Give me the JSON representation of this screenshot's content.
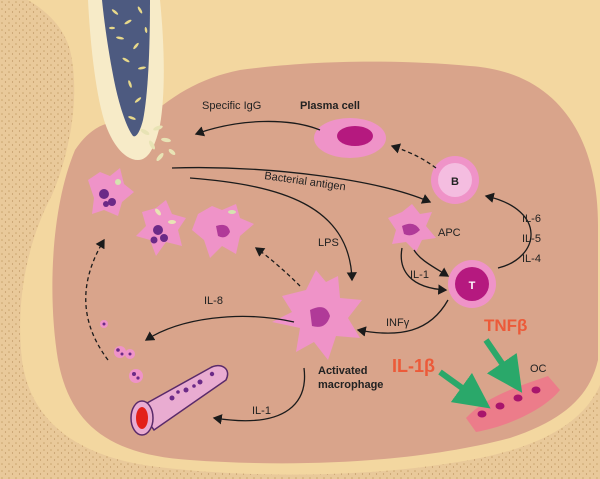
{
  "labels": {
    "specific_igg": "Specific IgG",
    "plasma_cell": "Plasma cell",
    "bacterial_antigen": "Bacterial antigen",
    "b_cell": "B",
    "t_cell": "T",
    "apc": "APC",
    "lps": "LPS",
    "il6": "IL-6",
    "il5": "IL-5",
    "il4": "IL-4",
    "il1_apc": "IL-1",
    "infg": "INFγ",
    "il8": "IL-8",
    "tnfb": "TNFβ",
    "il1b": "IL-1β",
    "oc": "OC",
    "activated_macrophage_1": "Activated",
    "activated_macrophage_2": "macrophage",
    "il1_bottom": "IL-1"
  },
  "colors": {
    "background_texture": "#e9c99a",
    "tissue": "#d9a48b",
    "gingiva": "#f3d7a0",
    "tooth": "#f7ebc8",
    "plaque": "#4d5a80",
    "cell_pink": "#ef93c8",
    "nucleus": "#8c2a8c",
    "cytokine_red": "#ec5a39",
    "arrow_green": "#2aa86a",
    "vessel": "#e9acd1",
    "blood_red": "#e32019"
  }
}
